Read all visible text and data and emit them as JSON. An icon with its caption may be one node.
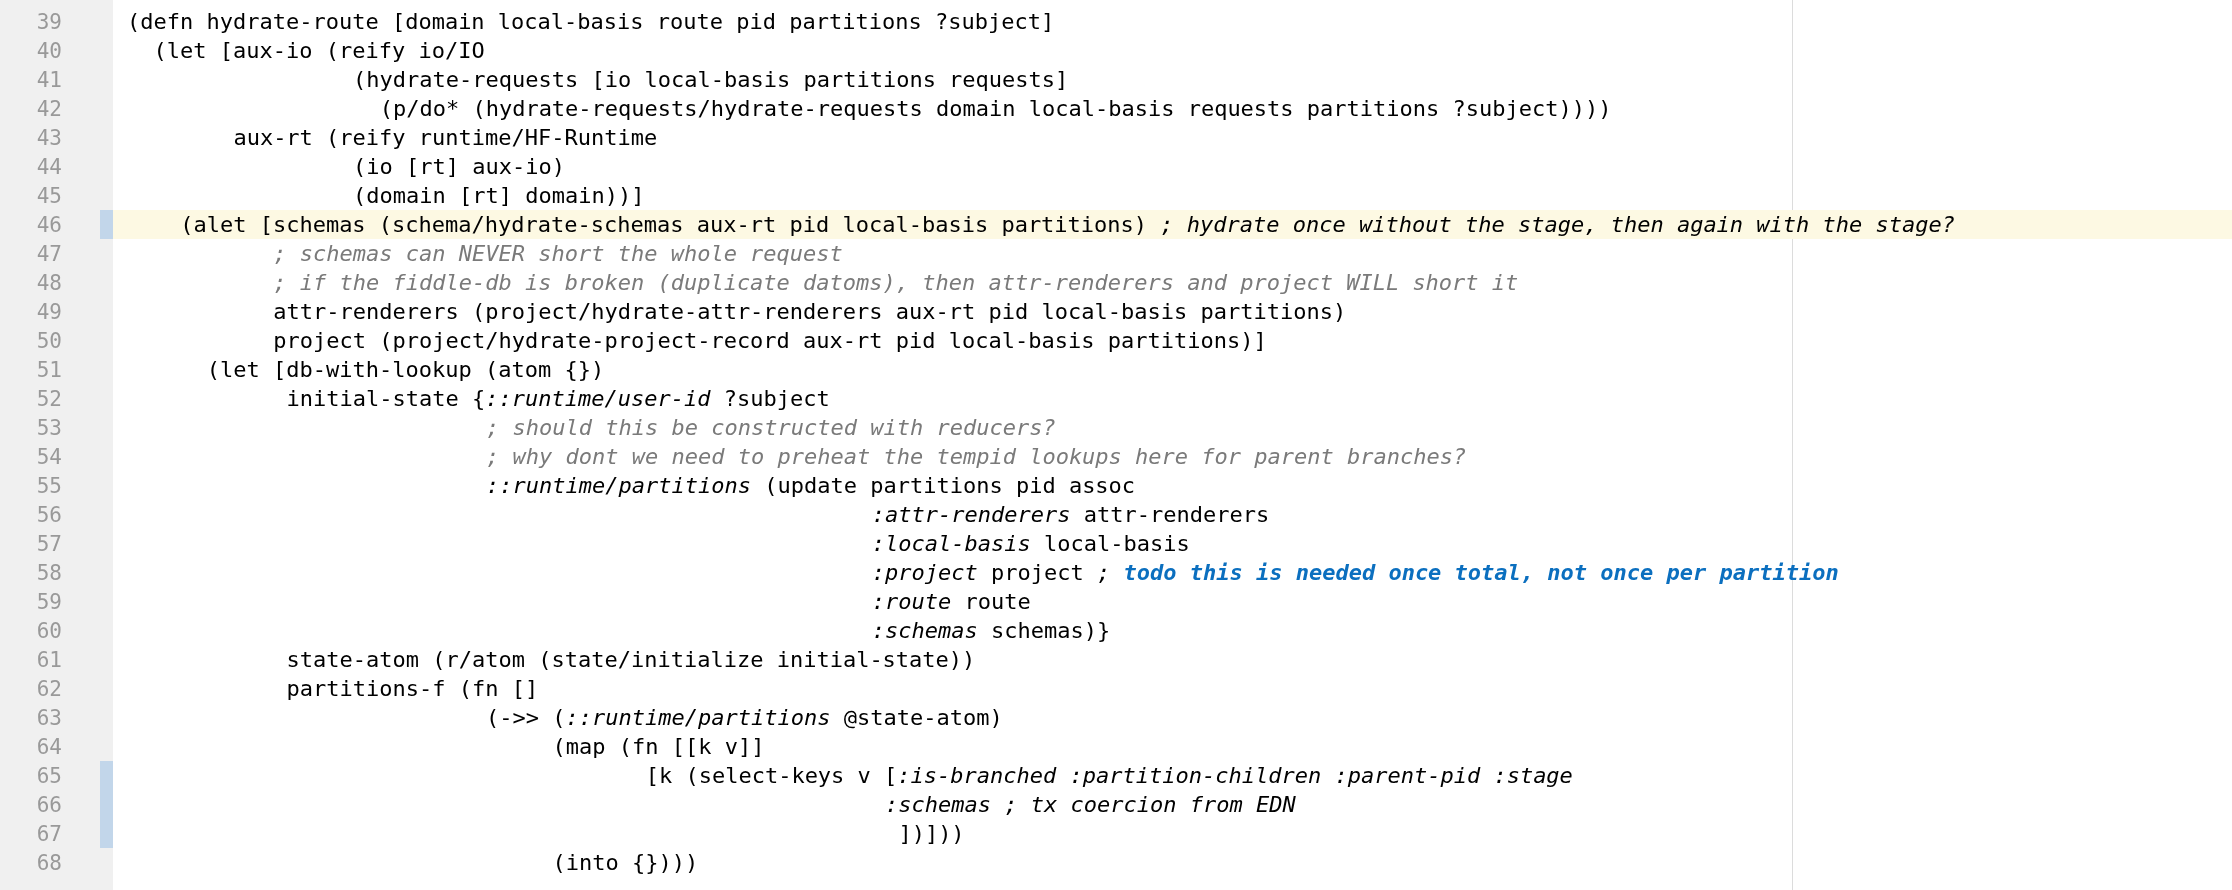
{
  "diagram": {
    "labels": [
      "39",
      "(defn hydrate-route [domain local-basis route pid partitions ?subject]",
      "40",
      "(let [aux-io (reify io/IO",
      "41",
      "(hydrate-requests [io local-basis partitions requests]",
      "42",
      "(p/do* (hydrate-requests/hydrate-requests domain local-basis requests partitions ?subject))))",
      "43",
      "aux-rt (reify runtime/HF-Runtime",
      "44",
      "(io [rt] aux-io)",
      "45",
      "(domain [rt] domain))]",
      "46",
      "(alet [schemas (schema/hydrate-schemas aux-rt pid local-basis partitions) *; hydrate once without the stage, then again with the stage?*",
      "47",
      "; schemas can NEVER short the whole request",
      "48",
      "; if the fiddle-db is broken (duplicate datoms), then attr-renderers and project WILL short it",
      "49",
      "attr-renderers (project/hydrate-attr-renderers aux-rt pid local-basis partitions)",
      "50",
      "project (project/hydrate-project-record aux-rt pid local-basis partitions)]",
      "51",
      "(let [db-with-lookup (atom {})",
      "52",
      "initial-state {*::runtime/user-id* ?subject",
      "53",
      "; should this be constructed with reducers?",
      "54",
      "; why dont we need to preheat the tempid lookups here for parent branches?",
      "55",
      "*::runtime/partitions* (update partitions pid assoc",
      "56",
      "*:attr-renderers* attr-renderers",
      "57",
      "*:local-basis* local-basis",
      "58",
      "*:project* project *;* **todo this is needed once total, not once per partition**",
      "59",
      "*:route* route",
      "60",
      "*:schemas* schemas)}",
      "61",
      "state-atom (r/atom (state/initialize initial-state))",
      "62",
      "partitions-f (fn []",
      "63",
      "(->> (*::runtime/partitions* @state-atom)",
      "64",
      "(map (fn [[k v]]",
      "65",
      "[k (select-keys v [*:is-branched :partition-children :parent-pid :stage*",
      "66",
      "*:schemas ; tx coercion from EDN*",
      "67",
      "])]))",
      "68",
      "(into {})))"
    ]
  }
}
